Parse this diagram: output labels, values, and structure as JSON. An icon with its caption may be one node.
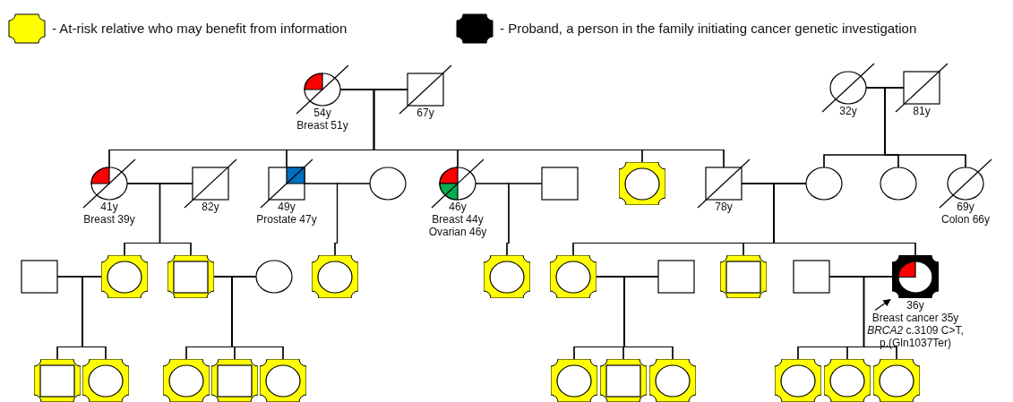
{
  "diagram": {
    "nodes": [
      {
        "text": [],
        "shape": "circle",
        "beside": [
          "54y",
          "Breast 51y"
        ]
      },
      {
        "text": [],
        "shape": "box",
        "beside": [
          "67y"
        ]
      },
      {
        "text": [],
        "shape": "circle",
        "beside": [
          "32y"
        ]
      },
      {
        "text": [],
        "shape": "box",
        "beside": [
          "81y"
        ]
      },
      {
        "text": [],
        "shape": "circle",
        "beside": [
          "41y",
          "Breast 39y"
        ]
      },
      {
        "text": [],
        "shape": "box",
        "beside": [
          "82y"
        ]
      },
      {
        "text": [],
        "shape": "box",
        "beside": [
          "49y",
          "Prostate 47y"
        ]
      },
      {
        "text": [],
        "shape": "circle"
      },
      {
        "text": [],
        "shape": "circle",
        "beside": [
          "46y",
          "Breast 44y",
          "Ovarian 46y"
        ]
      },
      {
        "text": [],
        "shape": "box"
      },
      {
        "text": [],
        "shape": "circle"
      },
      {
        "text": [],
        "shape": "box",
        "beside": [
          "78y"
        ]
      },
      {
        "text": [],
        "shape": "circle"
      },
      {
        "text": [],
        "shape": "circle"
      },
      {
        "text": [],
        "shape": "circle",
        "beside": [
          "69y",
          "Colon 66y"
        ]
      },
      {
        "text": [],
        "shape": "box"
      },
      {
        "text": [],
        "shape": "circle"
      },
      {
        "text": [],
        "shape": "box"
      },
      {
        "text": [],
        "shape": "circle"
      },
      {
        "text": [],
        "shape": "circle"
      },
      {
        "text": [],
        "shape": "circle"
      },
      {
        "text": [],
        "shape": "circle"
      },
      {
        "text": [],
        "shape": "box"
      },
      {
        "text": [],
        "shape": "box"
      },
      {
        "text": [],
        "shape": "box"
      },
      {
        "text": [],
        "shape": "circle",
        "beside": [
          "36y",
          "Breast cancer 35y",
          "*BRCA2* c.3109 C>T, p.(Gln1037Ter)"
        ]
      },
      {
        "text": [],
        "shape": "box"
      },
      {
        "text": [],
        "shape": "circle"
      },
      {
        "text": [],
        "shape": "circle"
      },
      {
        "text": [],
        "shape": "box"
      },
      {
        "text": [],
        "shape": "circle"
      },
      {
        "text": [],
        "shape": "circle"
      },
      {
        "text": [],
        "shape": "box"
      },
      {
        "text": [],
        "shape": "circle"
      },
      {
        "text": [],
        "shape": "circle"
      },
      {
        "text": [],
        "shape": "circle"
      },
      {
        "text": [],
        "shape": "circle"
      }
    ],
    "edges": [
      {
        "from": 0,
        "to": 1,
        "arrow": "none"
      },
      {
        "from": 2,
        "to": 3,
        "arrow": "none"
      },
      {
        "from": 4,
        "to": 5,
        "arrow": "none"
      },
      {
        "from": 6,
        "to": 7,
        "arrow": "none"
      },
      {
        "from": 8,
        "to": 9,
        "arrow": "none"
      },
      {
        "from": 11,
        "to": 12,
        "arrow": "none"
      },
      {
        "from": 15,
        "to": 16,
        "arrow": "none"
      },
      {
        "from": 17,
        "to": 18,
        "arrow": "none"
      },
      {
        "from": 21,
        "to": 22,
        "arrow": "none"
      },
      {
        "from": 24,
        "to": 25,
        "arrow": "none"
      },
      {
        "from": 0,
        "to": 4,
        "arrow": "none"
      },
      {
        "from": 1,
        "to": 4,
        "arrow": "none"
      },
      {
        "from": 0,
        "to": 6,
        "arrow": "none"
      },
      {
        "from": 1,
        "to": 6,
        "arrow": "none"
      },
      {
        "from": 0,
        "to": 8,
        "arrow": "none"
      },
      {
        "from": 1,
        "to": 8,
        "arrow": "none"
      },
      {
        "from": 0,
        "to": 10,
        "arrow": "none"
      },
      {
        "from": 1,
        "to": 10,
        "arrow": "none"
      },
      {
        "from": 0,
        "to": 11,
        "arrow": "none"
      },
      {
        "from": 1,
        "to": 11,
        "arrow": "none"
      },
      {
        "from": 2,
        "to": 12,
        "arrow": "none"
      },
      {
        "from": 3,
        "to": 12,
        "arrow": "none"
      },
      {
        "from": 2,
        "to": 13,
        "arrow": "none"
      },
      {
        "from": 3,
        "to": 13,
        "arrow": "none"
      },
      {
        "from": 2,
        "to": 14,
        "arrow": "none"
      },
      {
        "from": 3,
        "to": 14,
        "arrow": "none"
      },
      {
        "from": 4,
        "to": 16,
        "arrow": "none"
      },
      {
        "from": 5,
        "to": 16,
        "arrow": "none"
      },
      {
        "from": 4,
        "to": 17,
        "arrow": "none"
      },
      {
        "from": 5,
        "to": 17,
        "arrow": "none"
      },
      {
        "from": 6,
        "to": 19,
        "arrow": "none"
      },
      {
        "from": 7,
        "to": 19,
        "arrow": "none"
      },
      {
        "from": 8,
        "to": 20,
        "arrow": "none"
      },
      {
        "from": 9,
        "to": 20,
        "arrow": "none"
      },
      {
        "from": 11,
        "to": 21,
        "arrow": "none"
      },
      {
        "from": 12,
        "to": 21,
        "arrow": "none"
      },
      {
        "from": 11,
        "to": 23,
        "arrow": "none"
      },
      {
        "from": 12,
        "to": 23,
        "arrow": "none"
      },
      {
        "from": 11,
        "to": 25,
        "arrow": "none"
      },
      {
        "from": 12,
        "to": 25,
        "arrow": "none"
      },
      {
        "from": 15,
        "to": 26,
        "arrow": "none"
      },
      {
        "from": 16,
        "to": 26,
        "arrow": "none"
      },
      {
        "from": 15,
        "to": 27,
        "arrow": "none"
      },
      {
        "from": 16,
        "to": 27,
        "arrow": "none"
      },
      {
        "from": 17,
        "to": 28,
        "arrow": "none"
      },
      {
        "from": 18,
        "to": 28,
        "arrow": "none"
      },
      {
        "from": 17,
        "to": 29,
        "arrow": "none"
      },
      {
        "from": 18,
        "to": 29,
        "arrow": "none"
      },
      {
        "from": 17,
        "to": 30,
        "arrow": "none"
      },
      {
        "from": 18,
        "to": 30,
        "arrow": "none"
      },
      {
        "from": 21,
        "to": 31,
        "arrow": "none"
      },
      {
        "from": 22,
        "to": 31,
        "arrow": "none"
      },
      {
        "from": 21,
        "to": 32,
        "arrow": "none"
      },
      {
        "from": 22,
        "to": 32,
        "arrow": "none"
      },
      {
        "from": 21,
        "to": 33,
        "arrow": "none"
      },
      {
        "from": 22,
        "to": 33,
        "arrow": "none"
      },
      {
        "from": 24,
        "to": 34,
        "arrow": "none"
      },
      {
        "from": 25,
        "to": 34,
        "arrow": "none"
      },
      {
        "from": 24,
        "to": 35,
        "arrow": "none"
      },
      {
        "from": 25,
        "to": 35,
        "arrow": "none"
      },
      {
        "from": 24,
        "to": 36,
        "arrow": "none"
      },
      {
        "from": 25,
        "to": 36,
        "arrow": "none"
      },
      {
        "from": null,
        "to": 25,
        "arrow": "to"
      }
    ],
    "legend": [
      {
        "text": "- At-risk relative who may benefit from information",
        "color": "#ffff00"
      },
      {
        "text": "- Proband, a person in the family initiating cancer genetic investigation",
        "color": "#000000"
      }
    ]
  }
}
